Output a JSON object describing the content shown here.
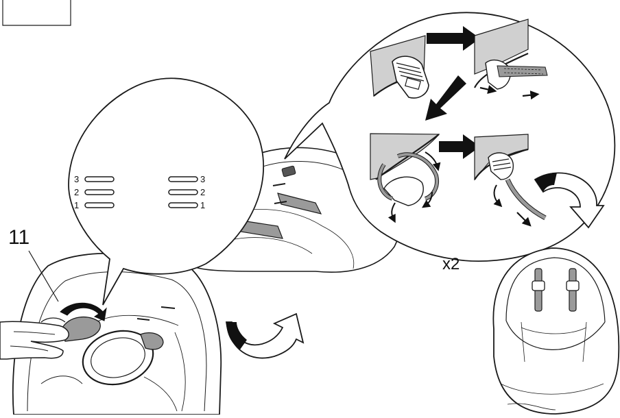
{
  "figure": {
    "step_number": "11",
    "multiplier_label": "x2",
    "slot_positions": {
      "left": [
        "3",
        "2",
        "1"
      ],
      "right": [
        "3",
        "2",
        "1"
      ]
    }
  },
  "colors": {
    "line": "#1a1a1a",
    "fabric_fill": "#ffffff",
    "shell_gray": "#d0d0d0",
    "strap_gray": "#9a9a9a",
    "arrow_black": "#111111"
  },
  "icons": {
    "rotate_arrows": "curved-rotate-arrow-icon",
    "direction_arrows": "block-arrow-icon"
  }
}
